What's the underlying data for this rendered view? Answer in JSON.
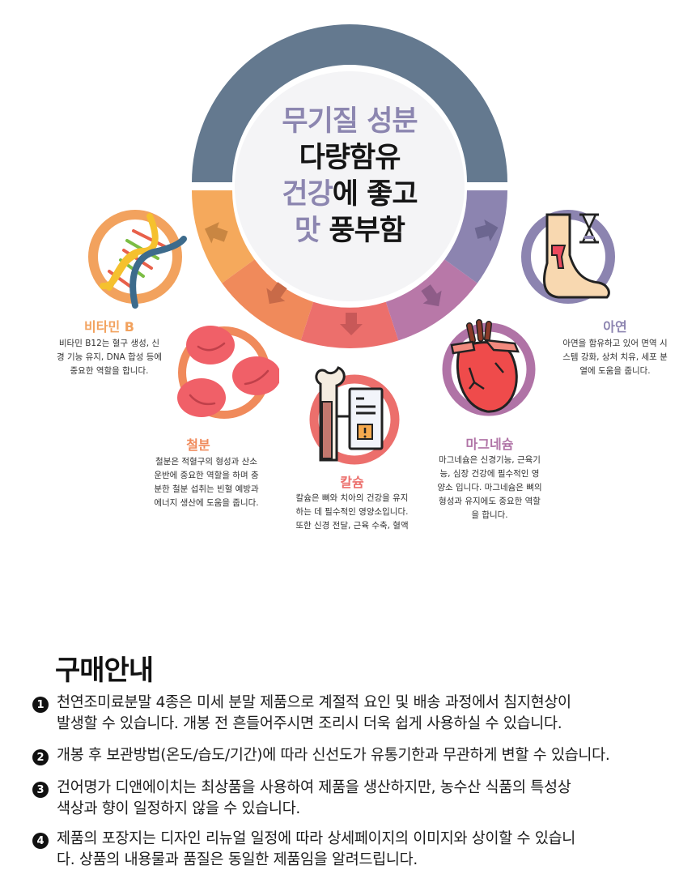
{
  "hero": {
    "line1": "무기질 성분",
    "line2": "다량함유",
    "line3_highlight": "건강",
    "line3_rest": "에 좋고",
    "line4_highlight": "맛",
    "line4_rest": " 풍부함"
  },
  "colors": {
    "ring_top": "#64798f",
    "seg_orange_light": "#f5a95c",
    "seg_orange": "#f08a5b",
    "seg_red": "#ec6f6c",
    "seg_magenta": "#b878a8",
    "seg_lavender": "#8c84b0",
    "title_vitamin": "#f2a25e",
    "title_iron": "#f08a5b",
    "title_calcium": "#ec6f6c",
    "title_magnesium": "#b073a6",
    "title_zinc": "#8c84b0",
    "center_purple": "#8c86b0"
  },
  "nutrients": [
    {
      "id": "vitamin-b",
      "title": "비타민 B",
      "desc": "비타민 B12는 혈구 생성, 신\n경 기능 유지, DNA 합성 등에\n중요한 역할을 합니다.",
      "icon": "dna-icon"
    },
    {
      "id": "iron",
      "title": "철분",
      "desc": "철분은 적혈구의 형성과 산소\n운반에 중요한 역할을 하며 충\n분한 철분 섭취는 빈혈 예방과\n에너지 생산에 도움을 줍니다.",
      "icon": "red-blood-cells-icon"
    },
    {
      "id": "calcium",
      "title": "칼슘",
      "desc": "칼슘은 뼈와 치아의 건강을 유지\n하는 데 필수적인 영양소입니다.\n또한 신경 전달, 근육 수축, 혈액",
      "icon": "bone-report-icon"
    },
    {
      "id": "magnesium",
      "title": "마그네슘",
      "desc": "마그네슘은 신경기능, 근육기\n능, 심장 건강에 필수적인 영\n양소 입니다. 마그네슘은 뼈의\n형성과 유지에도 중요한 역할\n을 합니다.",
      "icon": "heart-icon"
    },
    {
      "id": "zinc",
      "title": "아연",
      "desc": "아연을 함유하고 있어 면역 시\n스템 강화, 상처 치유, 세포 분\n열에 도움을 줍니다.",
      "icon": "wounded-leg-hourglass-icon"
    }
  ],
  "guide": {
    "title": "구매안내",
    "items": [
      {
        "num": "1",
        "text": "천연조미료분말 4종은 미세 분말 제품으로 계절적 요인 및 배송 과정에서 침지현상이\n발생할 수 있습니다. 개봉 전 흔들어주시면 조리시 더욱 쉽게 사용하실 수 있습니다."
      },
      {
        "num": "2",
        "text": "개봉 후 보관방법(온도/습도/기간)에 따라 신선도가 유통기한과 무관하게 변할 수 있습니다."
      },
      {
        "num": "3",
        "text": "건어명가 디앤에이치는 최상품을 사용하여 제품을 생산하지만, 농수산 식품의 특성상\n색상과 향이 일정하지 않을 수 있습니다."
      },
      {
        "num": "4",
        "text": "제품의 포장지는 디자인 리뉴얼 일정에 따라 상세페이지의 이미지와 상이할 수 있습니\n다. 상품의 내용물과 품질은 동일한 제품임을 알려드립니다."
      }
    ]
  }
}
